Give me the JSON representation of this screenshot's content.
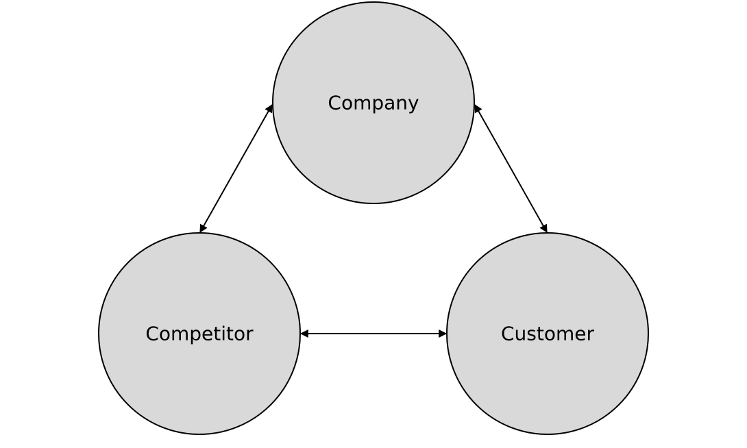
{
  "diagram": {
    "nodes": [
      {
        "id": "company",
        "label": "Company"
      },
      {
        "id": "competitor",
        "label": "Competitor"
      },
      {
        "id": "customer",
        "label": "Customer"
      }
    ],
    "edges": [
      {
        "from": "company",
        "to": "competitor",
        "direction": "both"
      },
      {
        "from": "company",
        "to": "customer",
        "direction": "both"
      },
      {
        "from": "competitor",
        "to": "customer",
        "direction": "both"
      }
    ],
    "colors": {
      "node_fill": "#d9d9d9",
      "stroke": "#000000",
      "background": "#ffffff"
    }
  }
}
